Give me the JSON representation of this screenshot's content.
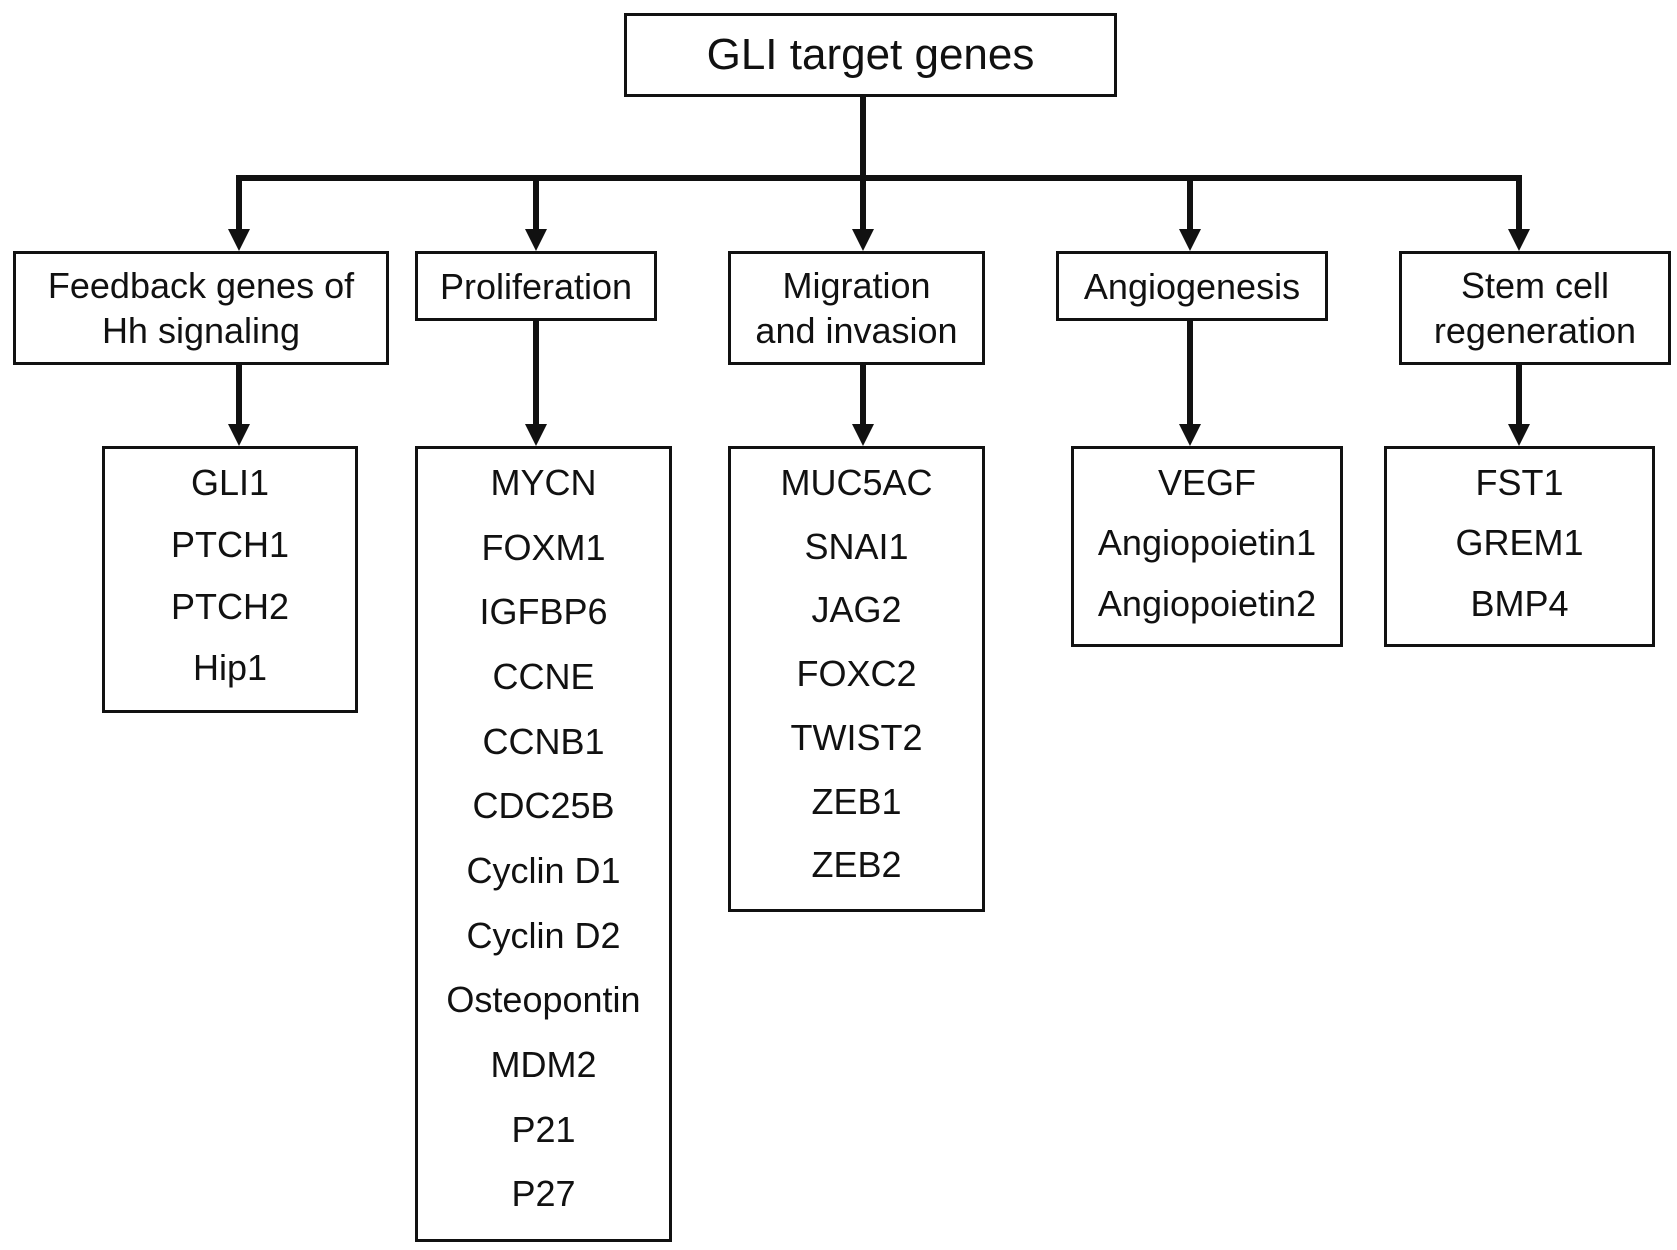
{
  "root": {
    "label": "GLI target genes"
  },
  "categories": [
    {
      "label_lines": [
        "Feedback genes of",
        "Hh signaling"
      ],
      "genes": [
        "GLI1",
        "PTCH1",
        "PTCH2",
        "Hip1"
      ]
    },
    {
      "label_lines": [
        "Proliferation"
      ],
      "genes": [
        "MYCN",
        "FOXM1",
        "IGFBP6",
        "CCNE",
        "CCNB1",
        "CDC25B",
        "Cyclin D1",
        "Cyclin D2",
        "Osteopontin",
        "MDM2",
        "P21",
        "P27"
      ]
    },
    {
      "label_lines": [
        "Migration",
        "and invasion"
      ],
      "genes": [
        "MUC5AC",
        "SNAI1",
        "JAG2",
        "FOXC2",
        "TWIST2",
        "ZEB1",
        "ZEB2"
      ]
    },
    {
      "label_lines": [
        "Angiogenesis"
      ],
      "genes": [
        "VEGF",
        "Angiopoietin1",
        "Angiopoietin2"
      ]
    },
    {
      "label_lines": [
        "Stem cell",
        "regeneration"
      ],
      "genes": [
        "FST1",
        "GREM1",
        "BMP4"
      ]
    }
  ],
  "colors": {
    "line": "#111111",
    "background": "#ffffff"
  }
}
